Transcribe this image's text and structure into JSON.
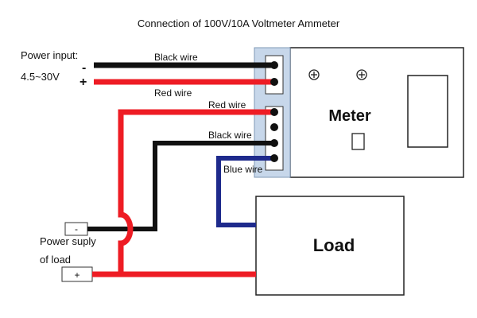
{
  "title": "Connection of 100V/10A Voltmeter Ammeter",
  "power_input": {
    "label": "Power input:",
    "range": "4.5~30V",
    "minus": "-",
    "plus": "+"
  },
  "wires": {
    "top_black": "Black wire",
    "top_red": "Red wire",
    "mid_red": "Red wire",
    "mid_black": "Black wire",
    "blue": "Blue wire"
  },
  "meter": {
    "label": "Meter",
    "terminal_symbol": "⊕"
  },
  "load": {
    "label": "Load"
  },
  "load_supply": {
    "label_line1": "Power suply",
    "label_line2": "of load",
    "minus": "-",
    "plus": "+"
  },
  "colors": {
    "red_wire": "#ee1c24",
    "black_wire": "#111111",
    "blue_wire": "#1e2a8c",
    "terminal_block": "#c7d7ea"
  }
}
